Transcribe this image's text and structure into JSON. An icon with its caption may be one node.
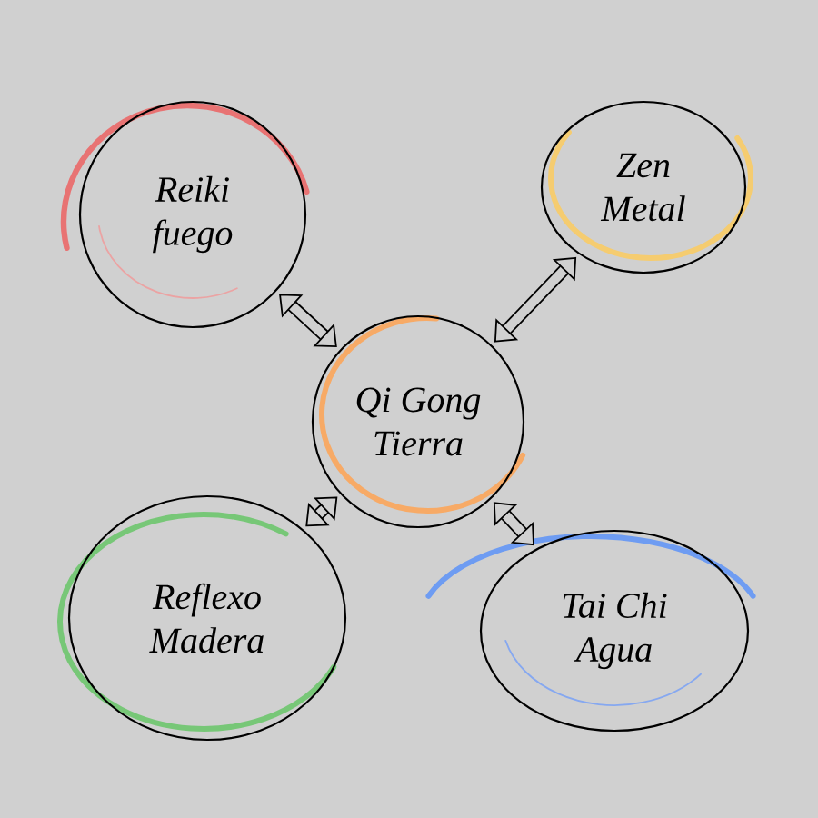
{
  "diagram": {
    "nodes": [
      {
        "text": [
          "Reiki",
          "fuego"
        ]
      },
      {
        "text": [
          "Zen",
          "Metal"
        ]
      },
      {
        "text": [
          "Qi Gong",
          "Tierra"
        ]
      },
      {
        "text": [
          "Reflexo",
          "Madera"
        ]
      },
      {
        "text": [
          "Tai Chi",
          "Agua"
        ]
      }
    ],
    "edges": [
      {
        "from": 2,
        "to": 0,
        "arrow": "both"
      },
      {
        "from": 2,
        "to": 1,
        "arrow": "both"
      },
      {
        "from": 2,
        "to": 3,
        "arrow": "both"
      },
      {
        "from": 2,
        "to": 4,
        "arrow": "both"
      }
    ]
  }
}
